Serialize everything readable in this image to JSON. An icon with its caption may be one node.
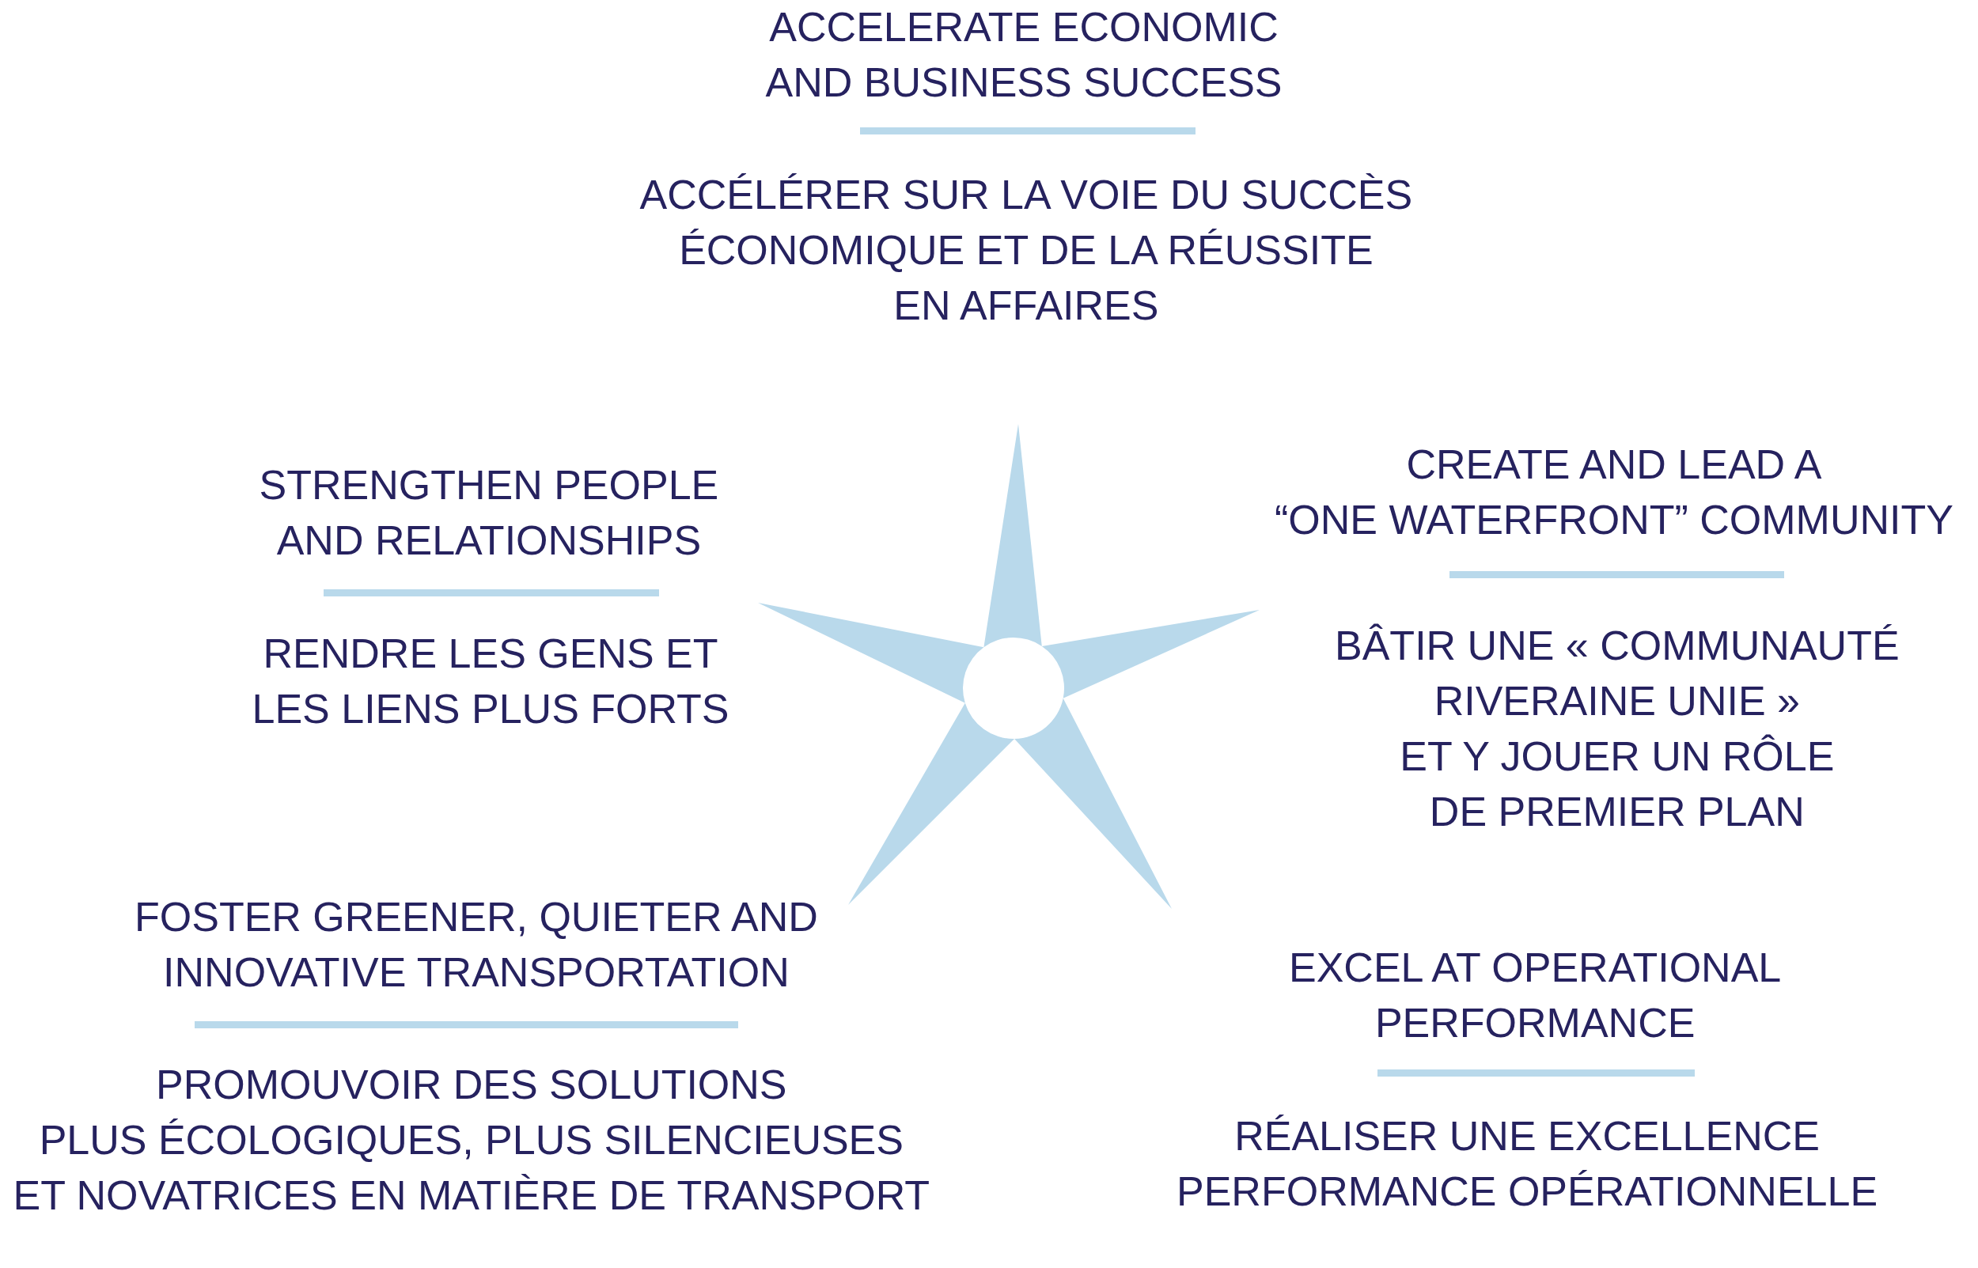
{
  "diagram": {
    "labels": [
      "ACCELERATE ECONOMIC AND BUSINESS SUCCESS",
      "ACCÉLÉRER SUR LA VOIE DU SUCCÈS ÉCONOMIQUE ET DE LA RÉUSSITE EN AFFAIRES",
      "STRENGTHEN PEOPLE AND RELATIONSHIPS",
      "RENDRE LES GENS ET LES LIENS PLUS FORTS",
      "CREATE AND LEAD A “ONE WATERFRONT” COMMUNITY",
      "BÂTIR UNE « COMMUNAUTÉ RIVERAINE UNIE » ET Y JOUER UN RÔLE DE PREMIER PLAN",
      "FOSTER GREENER, QUIETER AND INNOVATIVE TRANSPORTATION",
      "PROMOUVOIR DES SOLUTIONS PLUS ÉCOLOGIQUES, PLUS SILENCIEUSES ET NOVATRICES EN MATIÈRE DE TRANSPORT",
      "EXCEL AT OPERATIONAL PERFORMANCE",
      "RÉALISER UNE EXCELLENCE PERFORMANCE OPÉRATIONNELLE"
    ]
  }
}
